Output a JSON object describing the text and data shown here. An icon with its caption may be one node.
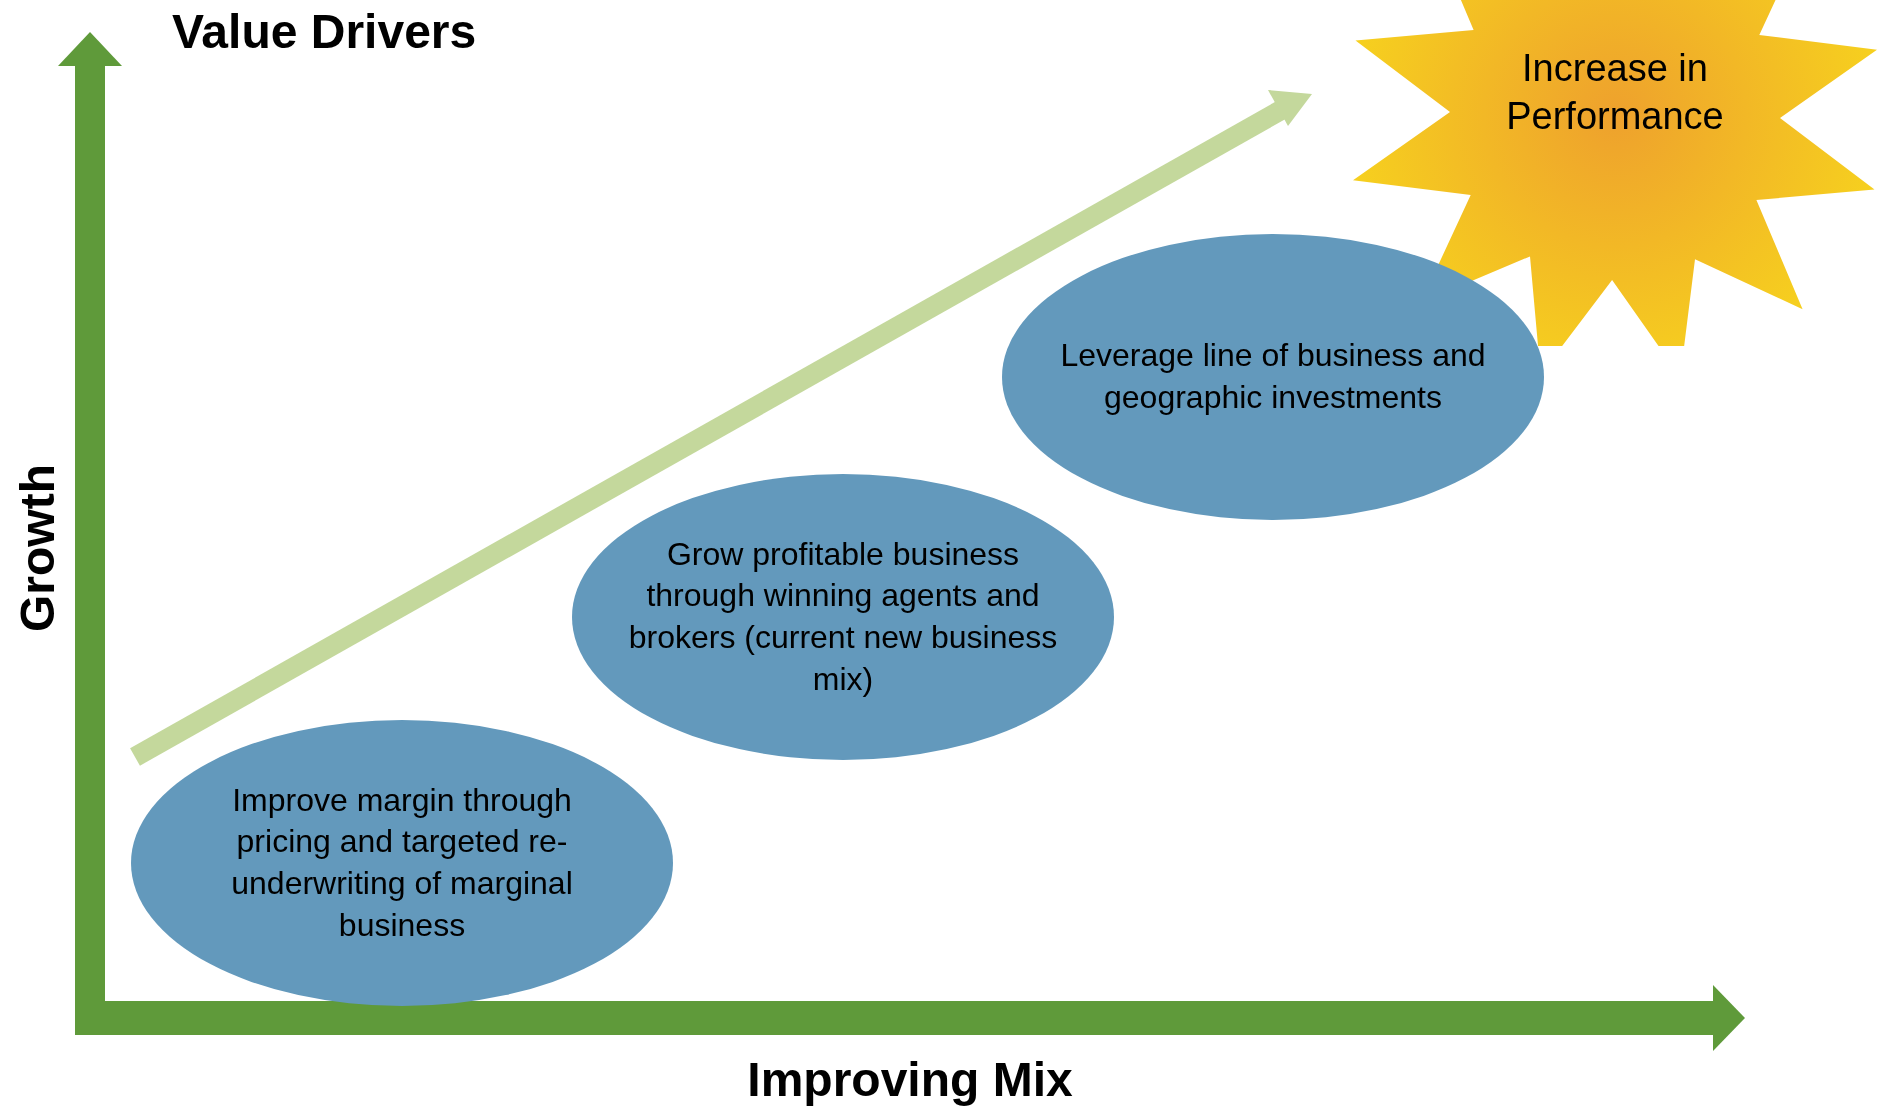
{
  "diagram": {
    "title": "Value Drivers",
    "nodes": [
      {
        "text": [
          "Increase in Performance"
        ]
      },
      {
        "text": [
          "Leverage line of business and geographic investments"
        ]
      },
      {
        "text": [
          "Grow profitable business through winning agents and brokers (current new business mix)"
        ]
      },
      {
        "text": [
          "Improve margin through pricing and targeted re-underwriting of marginal business"
        ]
      }
    ],
    "labels": [
      "Growth",
      "Improving Mix"
    ]
  }
}
